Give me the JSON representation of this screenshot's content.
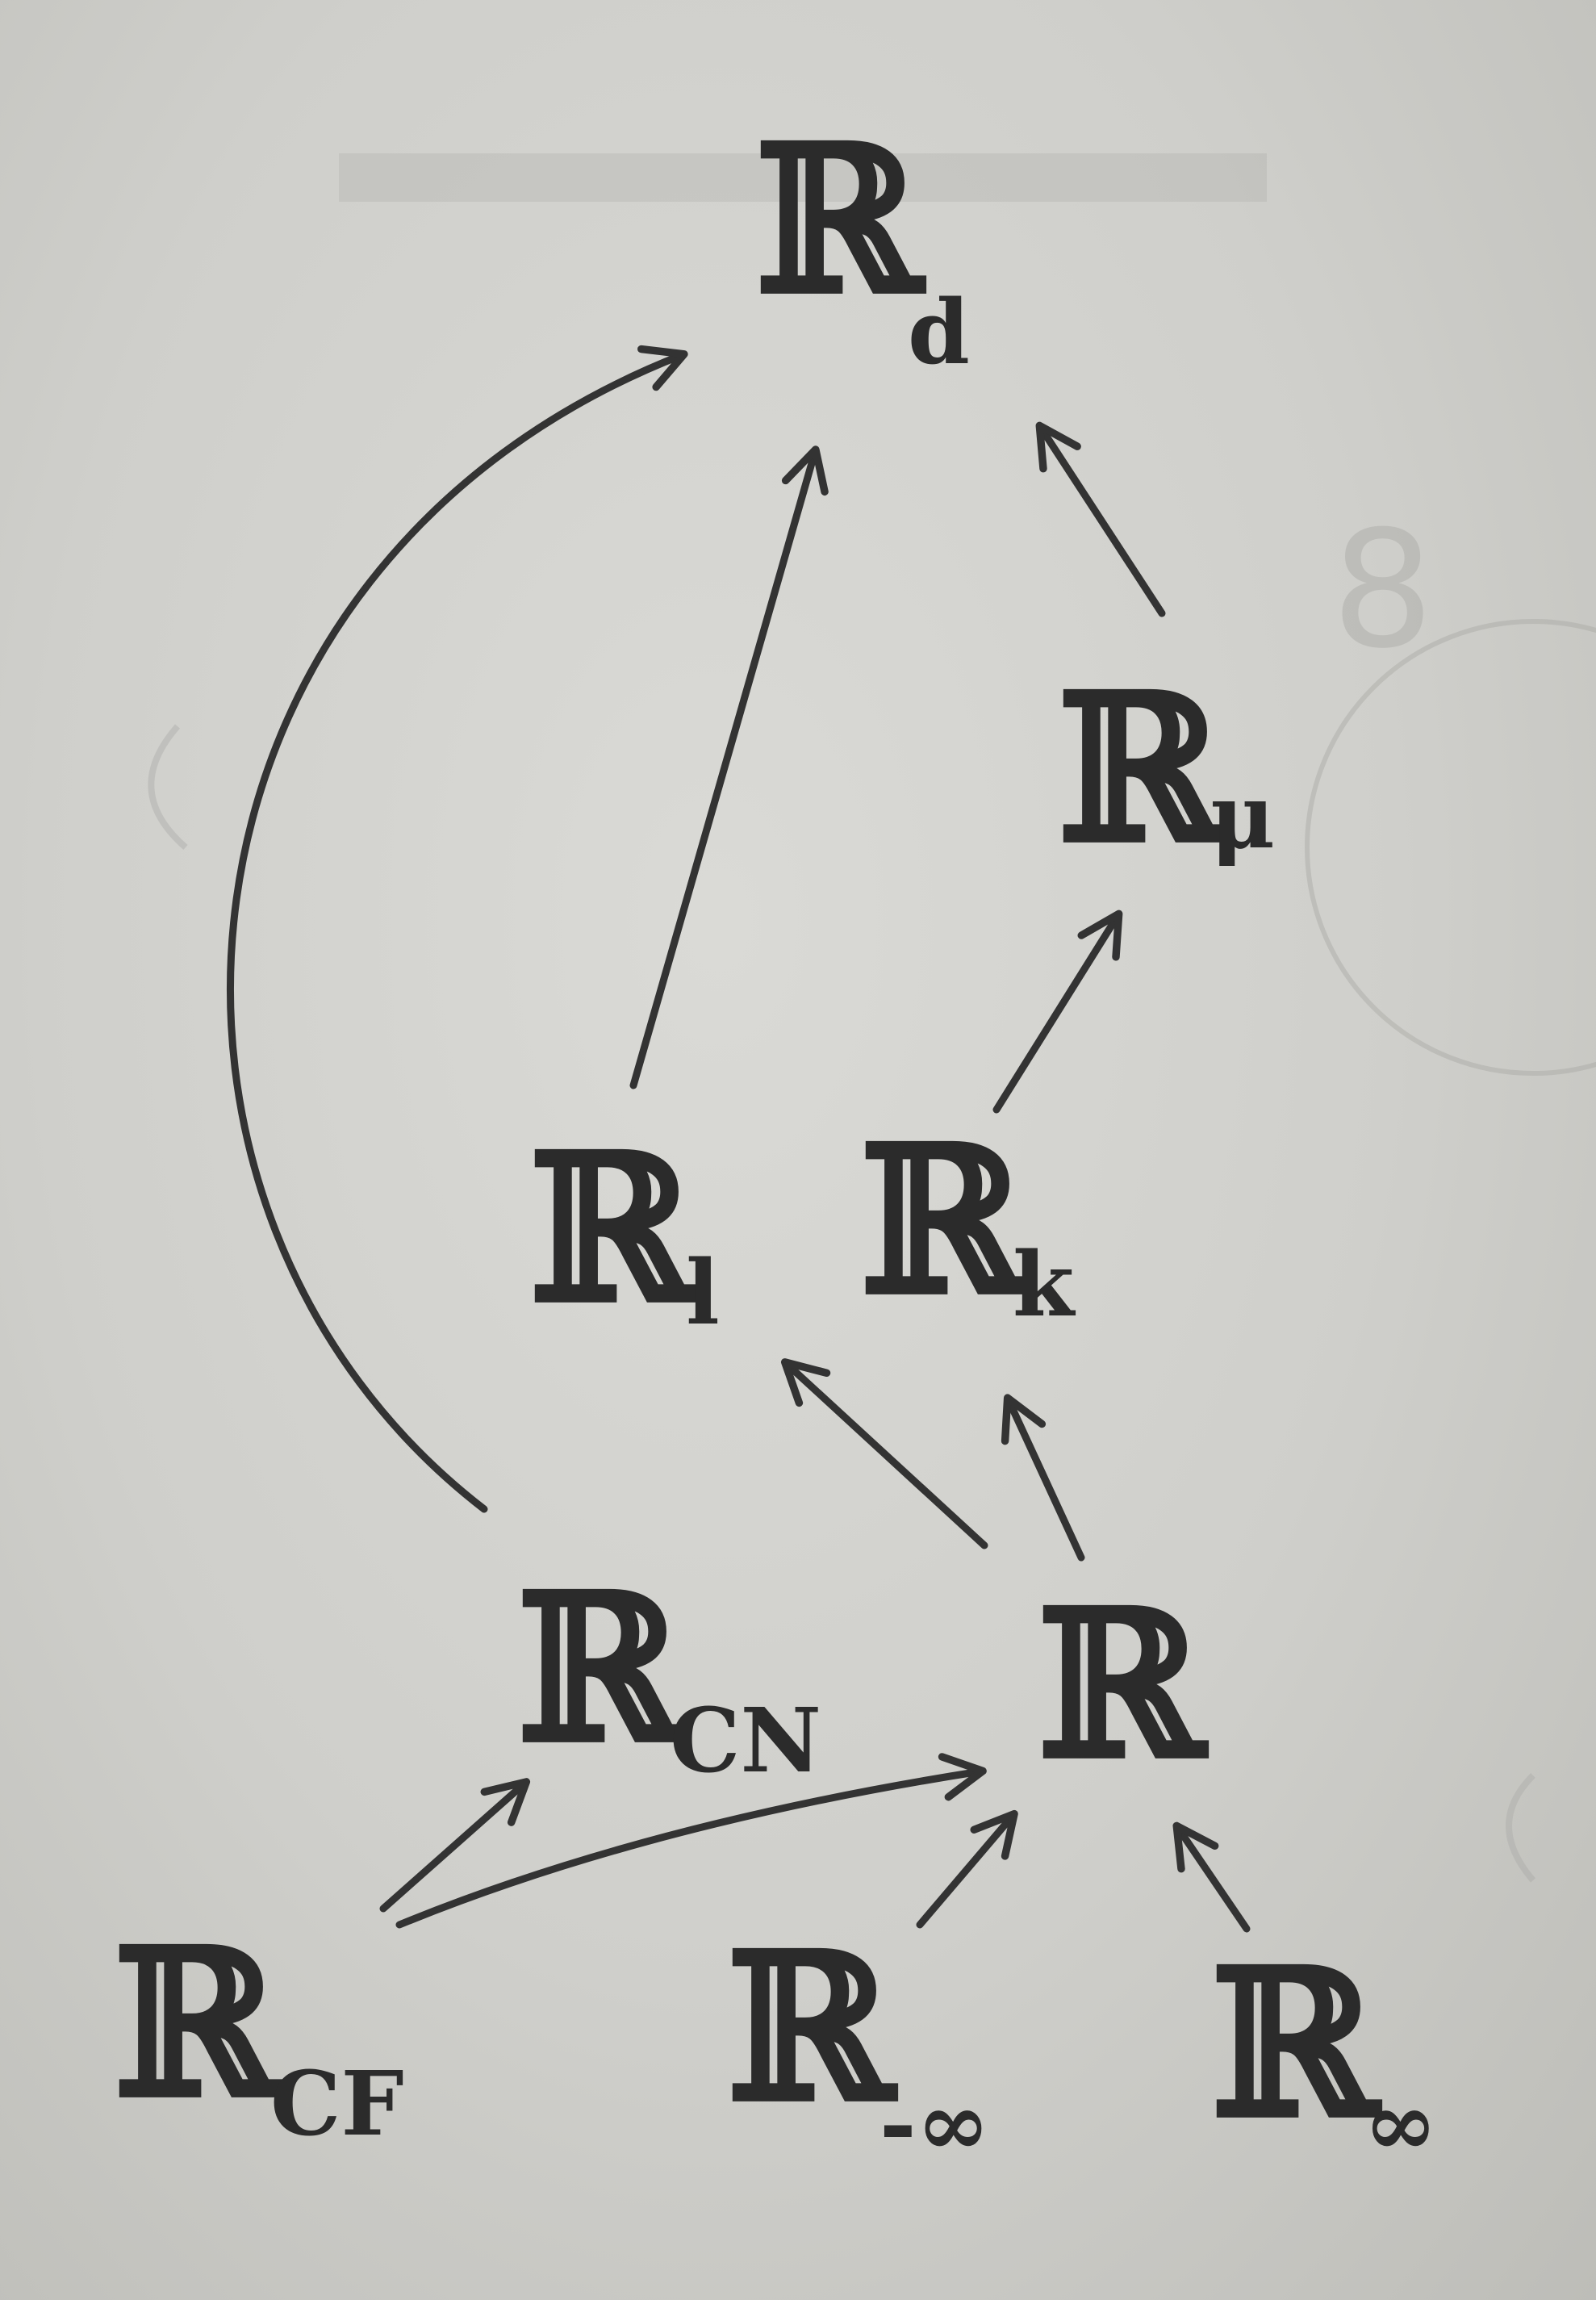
{
  "colors": {
    "ink": "#2b2b2b",
    "paper": "#d3d3cf"
  },
  "nodes": {
    "rd": {
      "main": "ℝ",
      "sub": "d"
    },
    "rm": {
      "main": "ℝ",
      "sub": "μ"
    },
    "rl": {
      "main": "ℝ",
      "sub": "l"
    },
    "rk": {
      "main": "ℝ",
      "sub": "k"
    },
    "rcn": {
      "main": "ℝ",
      "sub": "CN"
    },
    "r": {
      "main": "ℝ"
    },
    "rcf": {
      "main": "ℝ",
      "sub": "CF"
    },
    "rneginf": {
      "main": "ℝ",
      "sub": "-∞"
    },
    "rinf": {
      "main": "ℝ",
      "sub": "∞"
    }
  },
  "edges": [
    {
      "from": "rcn",
      "to": "rd",
      "curved": true
    },
    {
      "from": "rl",
      "to": "rd"
    },
    {
      "from": "rm",
      "to": "rd"
    },
    {
      "from": "rk",
      "to": "rm"
    },
    {
      "from": "r",
      "to": "rl"
    },
    {
      "from": "r",
      "to": "rk"
    },
    {
      "from": "rcf",
      "to": "rcn"
    },
    {
      "from": "rcf",
      "to": "r"
    },
    {
      "from": "rneginf",
      "to": "r"
    },
    {
      "from": "rinf",
      "to": "r"
    }
  ]
}
